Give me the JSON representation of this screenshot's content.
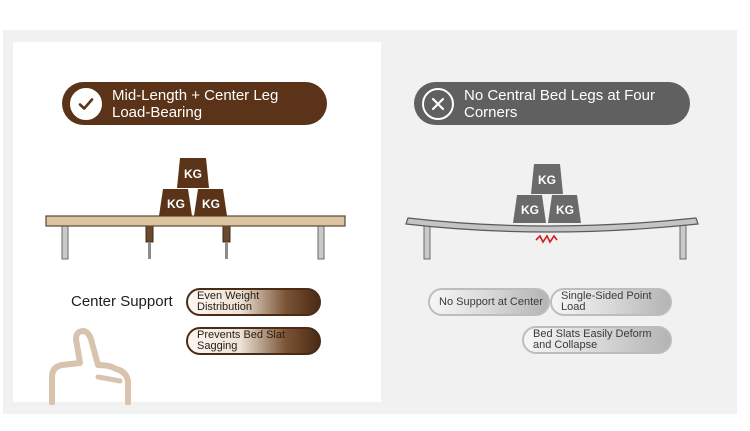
{
  "left_panel": {
    "header": {
      "title_line1": "Mid-Length + Center Leg",
      "title_line2": "Load-Bearing",
      "badge": "checkmark-icon"
    },
    "weights": [
      "KG",
      "KG",
      "KG"
    ],
    "center_support_label": "Center Support",
    "tags": [
      {
        "line1": "Even Weight",
        "line2": "Distribution"
      },
      {
        "line1": "Prevents Bed Slat",
        "line2": "Sagging"
      }
    ]
  },
  "right_panel": {
    "header": {
      "title_line1": "No Central Bed Legs at Four",
      "title_line2": "Corners",
      "badge": "x-mark-icon"
    },
    "weights": [
      "KG",
      "KG",
      "KG"
    ],
    "tags": [
      {
        "line1": "No Support at Center",
        "line2": ""
      },
      {
        "line1": "Single-Sided Point",
        "line2": "Load"
      },
      {
        "line1": "Bed Slats Easily Deform",
        "line2": "and Collapse"
      }
    ]
  },
  "colors": {
    "brown": "#5a3318",
    "gray": "#606060",
    "wood": "#dcc4a0",
    "stress": "#d02020"
  }
}
